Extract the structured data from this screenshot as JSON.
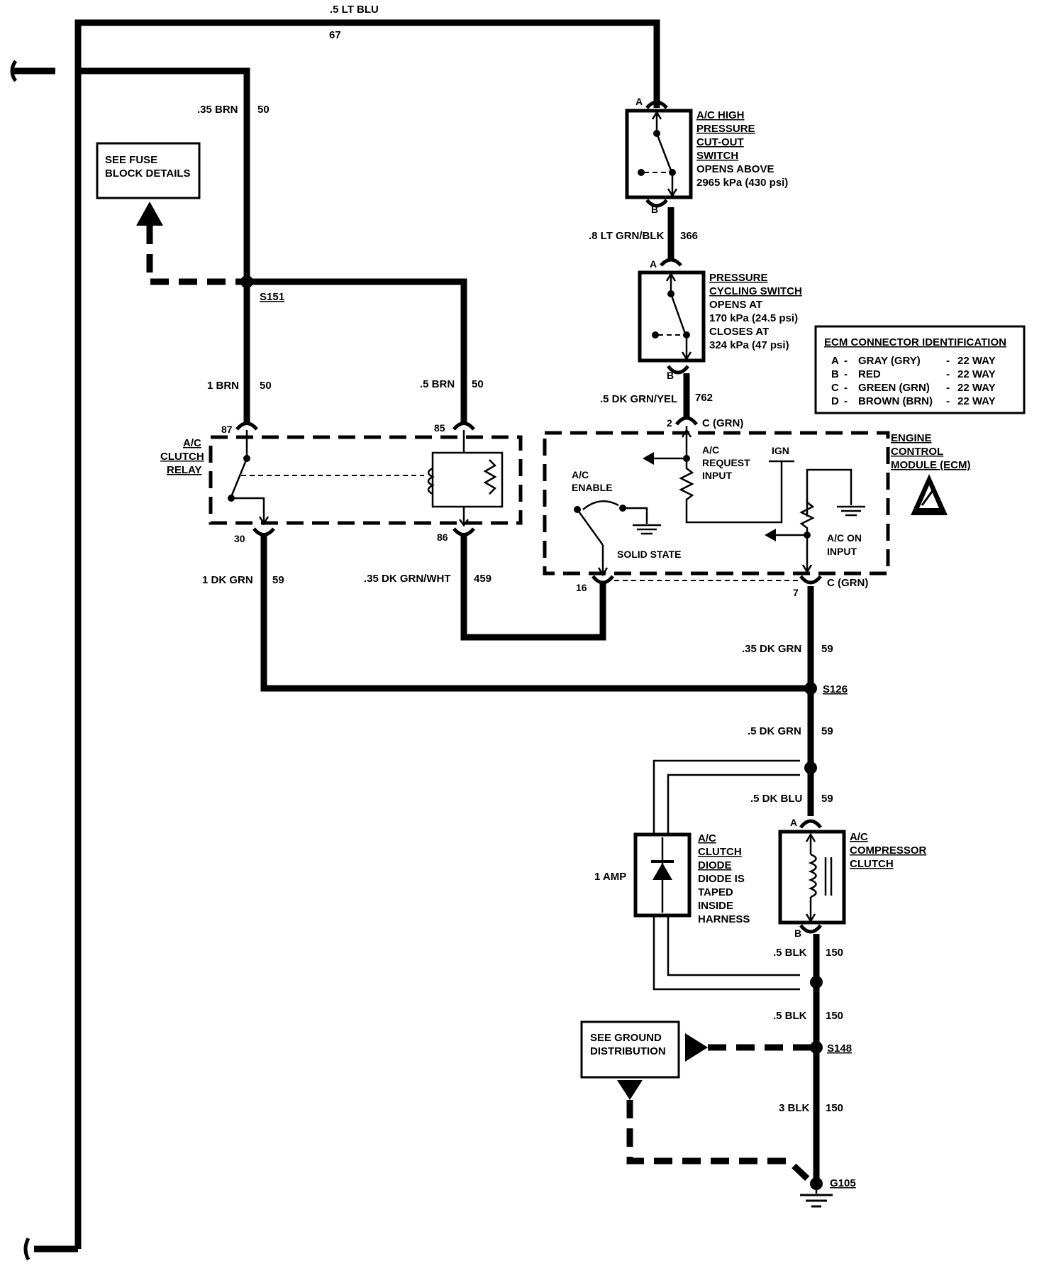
{
  "top_wire": {
    "gauge": ".5 LT BLU",
    "circuit": "67"
  },
  "fuse_wire_top": {
    "gauge": ".35 BRN",
    "circuit": "50"
  },
  "fuse_box": {
    "line1": "SEE FUSE",
    "line2": "BLOCK DETAILS"
  },
  "splice_s151": "S151",
  "relay_feed_87": {
    "gauge": "1 BRN",
    "circuit": "50"
  },
  "relay_feed_85": {
    "gauge": ".5 BRN",
    "circuit": "50"
  },
  "relay": {
    "title": [
      "A/C",
      "CLUTCH",
      "RELAY"
    ],
    "pin87": "87",
    "pin85": "85",
    "pin30": "30",
    "pin86": "86"
  },
  "relay_out_30": {
    "gauge": "1 DK GRN",
    "circuit": "59"
  },
  "relay_out_86": {
    "gauge": ".35 DK GRN/WHT",
    "circuit": "459"
  },
  "hp_switch": {
    "pin_a": "A",
    "pin_b": "B",
    "name": [
      "A/C HIGH",
      "PRESSURE",
      "CUT-OUT",
      "SWITCH"
    ],
    "note": [
      "OPENS ABOVE",
      "2965 kPa (430 psi)"
    ]
  },
  "hp_to_cycling": {
    "gauge": ".8 LT GRN/BLK",
    "circuit": "366"
  },
  "cycling_switch": {
    "pin_a": "A",
    "pin_b": "B",
    "name": [
      "PRESSURE",
      "CYCLING SWITCH"
    ],
    "note": [
      "OPENS AT",
      "170 kPa (24.5 psi)",
      "CLOSES AT",
      "324 kPa (47 psi)"
    ]
  },
  "cycling_to_ecm": {
    "gauge": ".5 DK GRN/YEL",
    "circuit": "762"
  },
  "ecm_connector_id": {
    "title": "ECM CONNECTOR IDENTIFICATION",
    "rows": [
      {
        "letter": "A",
        "color": "GRAY (GRY)",
        "ways": "22 WAY"
      },
      {
        "letter": "B",
        "color": "RED",
        "ways": "22 WAY"
      },
      {
        "letter": "C",
        "color": "GREEN (GRN)",
        "ways": "22 WAY"
      },
      {
        "letter": "D",
        "color": "BROWN (BRN)",
        "ways": "22 WAY"
      }
    ]
  },
  "ecm": {
    "title": [
      "ENGINE",
      "CONTROL",
      "MODULE (ECM)"
    ],
    "pin2": "2",
    "conn_c_top": "C (GRN)",
    "ac_request": [
      "A/C",
      "REQUEST",
      "INPUT"
    ],
    "ign": "IGN",
    "ac_enable": [
      "A/C",
      "ENABLE"
    ],
    "solid_state": "SOLID STATE",
    "ac_on": [
      "A/C ON",
      "INPUT"
    ],
    "pin16": "16",
    "pin7": "7",
    "conn_c_bottom": "C (GRN)"
  },
  "ecm_to_s126": {
    "gauge": ".35 DK GRN",
    "circuit": "59"
  },
  "splice_s126": "S126",
  "s126_down": {
    "gauge": ".5 DK GRN",
    "circuit": "59"
  },
  "to_compressor": {
    "gauge": ".5 DK BLU",
    "circuit": "59"
  },
  "diode": {
    "amp": "1 AMP",
    "label": [
      "A/C",
      "CLUTCH",
      "DIODE",
      "DIODE IS",
      "TAPED",
      "INSIDE",
      "HARNESS"
    ]
  },
  "compressor": {
    "pin_a": "A",
    "pin_b": "B",
    "label": [
      "A/C",
      "COMPRESSOR",
      "CLUTCH"
    ]
  },
  "clutch_ground": {
    "gauge": ".5 BLK",
    "circuit": "150"
  },
  "ground_mid": {
    "gauge": ".5 BLK",
    "circuit": "150"
  },
  "ground_box": {
    "line1": "SEE GROUND",
    "line2": "DISTRIBUTION"
  },
  "splice_s148": "S148",
  "ground_main": {
    "gauge": "3 BLK",
    "circuit": "150"
  },
  "ground_g105": "G105"
}
